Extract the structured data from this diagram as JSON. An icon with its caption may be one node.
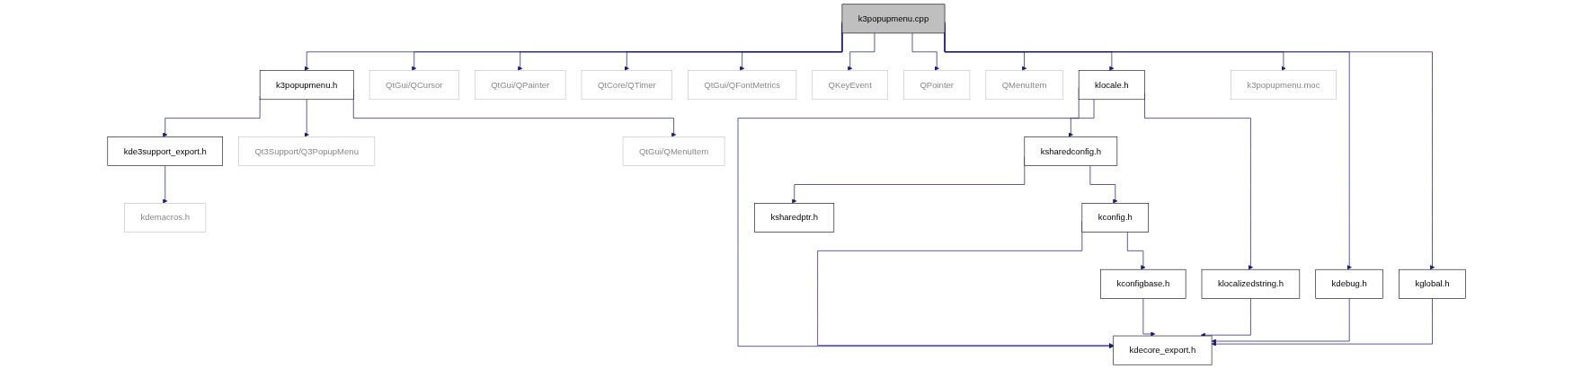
{
  "diagram": {
    "nodes": [
      {
        "text": [
          "k3popupmenu.cpp"
        ]
      },
      {
        "text": [
          "k3popupmenu.h"
        ]
      },
      {
        "text": [
          "QtGui/QCursor"
        ]
      },
      {
        "text": [
          "QtGui/QPainter"
        ]
      },
      {
        "text": [
          "QtCore/QTimer"
        ]
      },
      {
        "text": [
          "QtGui/QFontMetrics"
        ]
      },
      {
        "text": [
          "QKeyEvent"
        ]
      },
      {
        "text": [
          "QPointer"
        ]
      },
      {
        "text": [
          "QMenuItem"
        ]
      },
      {
        "text": [
          "klocale.h"
        ]
      },
      {
        "text": [
          "k3popupmenu.moc"
        ]
      },
      {
        "text": [
          "kde3support_export.h"
        ]
      },
      {
        "text": [
          "Qt3Support/Q3PopupMenu"
        ]
      },
      {
        "text": [
          "QtGui/QMenuItem"
        ]
      },
      {
        "text": [
          "ksharedconfig.h"
        ]
      },
      {
        "text": [
          "kdemacros.h"
        ]
      },
      {
        "text": [
          "klocalizedstring.h"
        ]
      },
      {
        "text": [
          "kconfig.h"
        ]
      },
      {
        "text": [
          "ksharedptr.h"
        ]
      },
      {
        "text": [
          "kdebug.h"
        ]
      },
      {
        "text": [
          "kglobal.h"
        ]
      },
      {
        "text": [
          "kconfigbase.h"
        ]
      },
      {
        "text": [
          "kdecore_export.h"
        ]
      }
    ],
    "edges": [
      {
        "from": 0,
        "to": 1,
        "arrow": "to"
      },
      {
        "from": 0,
        "to": 2,
        "arrow": "to"
      },
      {
        "from": 0,
        "to": 3,
        "arrow": "to"
      },
      {
        "from": 0,
        "to": 4,
        "arrow": "to"
      },
      {
        "from": 0,
        "to": 5,
        "arrow": "to"
      },
      {
        "from": 0,
        "to": 6,
        "arrow": "to"
      },
      {
        "from": 0,
        "to": 7,
        "arrow": "to"
      },
      {
        "from": 0,
        "to": 8,
        "arrow": "to"
      },
      {
        "from": 0,
        "to": 19,
        "arrow": "to"
      },
      {
        "from": 0,
        "to": 20,
        "arrow": "to"
      },
      {
        "from": 0,
        "to": 9,
        "arrow": "to"
      },
      {
        "from": 0,
        "to": 10,
        "arrow": "to"
      },
      {
        "from": 1,
        "to": 11,
        "arrow": "to"
      },
      {
        "from": 1,
        "to": 12,
        "arrow": "to"
      },
      {
        "from": 1,
        "to": 13,
        "arrow": "to"
      },
      {
        "from": 11,
        "to": 15,
        "arrow": "to"
      },
      {
        "from": 9,
        "to": 22,
        "arrow": "to"
      },
      {
        "from": 9,
        "to": 16,
        "arrow": "to"
      },
      {
        "from": 9,
        "to": 14,
        "arrow": "to"
      },
      {
        "from": 14,
        "to": 17,
        "arrow": "to"
      },
      {
        "from": 14,
        "to": 18,
        "arrow": "to"
      },
      {
        "from": 17,
        "to": 22,
        "arrow": "to"
      },
      {
        "from": 17,
        "to": 21,
        "arrow": "to"
      },
      {
        "from": 21,
        "to": 22,
        "arrow": "to"
      },
      {
        "from": 16,
        "to": 22,
        "arrow": "to"
      },
      {
        "from": 19,
        "to": 22,
        "arrow": "to"
      },
      {
        "from": 20,
        "to": 22,
        "arrow": "to"
      }
    ]
  }
}
